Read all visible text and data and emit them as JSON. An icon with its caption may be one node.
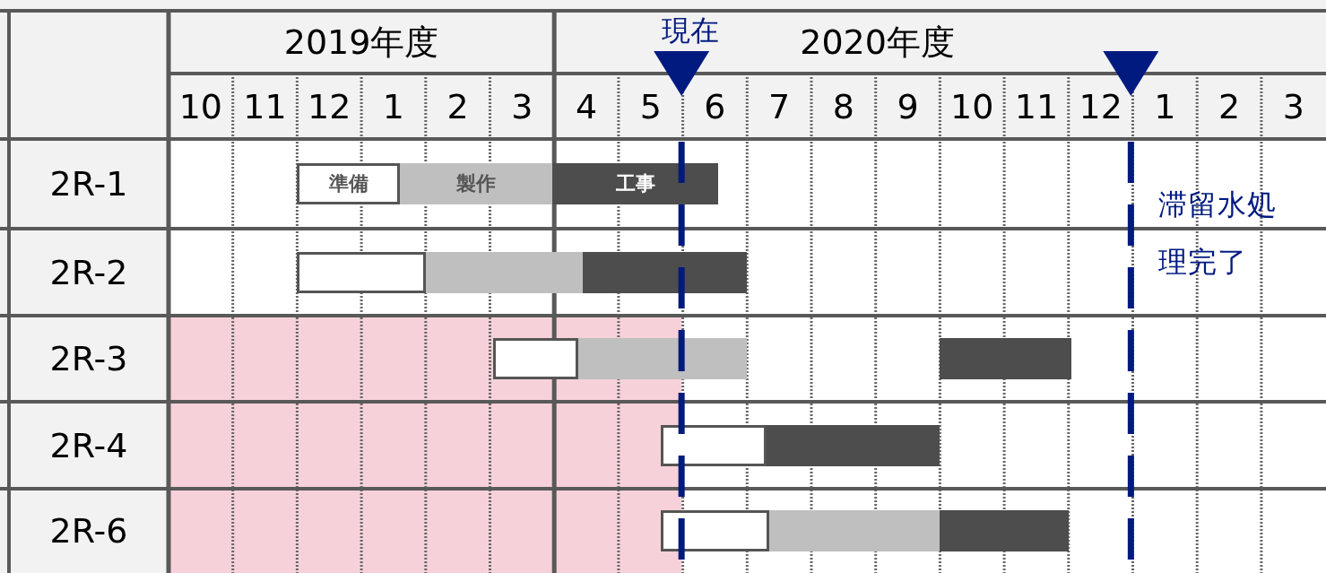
{
  "diagram": {
    "nodes": [
      {
        "text": [
          "準備"
        ]
      },
      {
        "text": [
          "製作"
        ]
      },
      {
        "text": [
          "工事"
        ]
      },
      {
        "text": [],
        "shape": "bar"
      },
      {
        "text": [],
        "shape": "bar"
      },
      {
        "text": [],
        "shape": "bar"
      },
      {
        "text": [],
        "shape": "bar"
      },
      {
        "text": [],
        "shape": "bar"
      },
      {
        "text": [],
        "shape": "bar"
      },
      {
        "text": [],
        "shape": "bar"
      },
      {
        "text": [],
        "shape": "bar"
      },
      {
        "text": [],
        "shape": "bar"
      },
      {
        "text": [],
        "shape": "bar"
      },
      {
        "text": [],
        "shape": "bar"
      }
    ],
    "edges": [],
    "labels": [
      "2019年度",
      "現在",
      "2020年度",
      "10",
      "11",
      "12",
      "1",
      "2",
      "3",
      "4",
      "5",
      "6",
      "7",
      "8",
      "9",
      "10",
      "11",
      "12",
      "1",
      "2",
      "3",
      "2R-1",
      "2R-2",
      "2R-3",
      "2R-4",
      "2R-6",
      "滞留水処理完了"
    ]
  }
}
